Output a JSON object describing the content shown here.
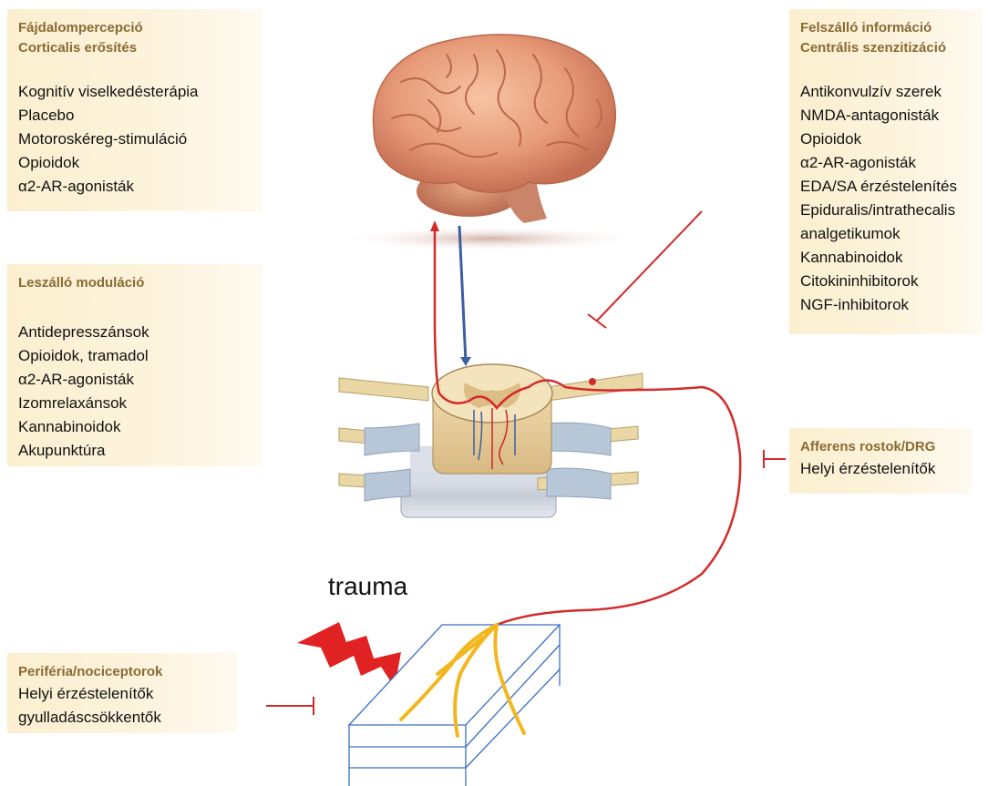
{
  "boxes": {
    "pain_perception": {
      "title1": "Fájdalompercepció",
      "title2": "Corticalis erősítés",
      "items": [
        "Kognitív viselkedésterápia",
        "Placebo",
        "Motoroskéreg-stimuláció",
        "Opioidok",
        "α2-AR-agonisták"
      ]
    },
    "ascending": {
      "title1": "Felszálló információ",
      "title2": "Centrális szenzitizáció",
      "items": [
        "Antikonvulzív szerek",
        "NMDA-antagonisták",
        "Opioidok",
        "α2-AR-agonisták",
        "EDA/SA érzéstelenítés",
        "Epiduralis/intrathecalis",
        "analgetikumok",
        "Kannabinoidok",
        "Citokininhibitorok",
        "NGF-inhibitorok"
      ]
    },
    "descending": {
      "title1": "Leszálló moduláció",
      "items": [
        "Antidepresszánsok",
        "Opioidok, tramadol",
        "α2-AR-agonisták",
        "Izomrelaxánsok",
        "Kannabinoidok",
        "Akupunktúra"
      ]
    },
    "afferent": {
      "title1": "Afferens rostok/DRG",
      "items": [
        "Helyi érzéstelenítők"
      ]
    },
    "periphery": {
      "title1": "Periféria/nociceptorok",
      "items": [
        "Helyi érzéstelenítők",
        "gyulladáscsökkentők"
      ]
    }
  },
  "labels": {
    "trauma": "trauma"
  },
  "colors": {
    "box_bg": "#fbefcf",
    "title": "#8a6a34",
    "pathway_red": "#d42a2a",
    "descending_blue": "#3d5fa0",
    "nerve_yellow": "#f2b71f",
    "skin_outline": "#3a6fc4",
    "lightning": "#e02222"
  },
  "icons": [
    "brain-illustration",
    "spinal-cord-illustration",
    "lightning-bolt-icon",
    "skin-block-icon"
  ]
}
